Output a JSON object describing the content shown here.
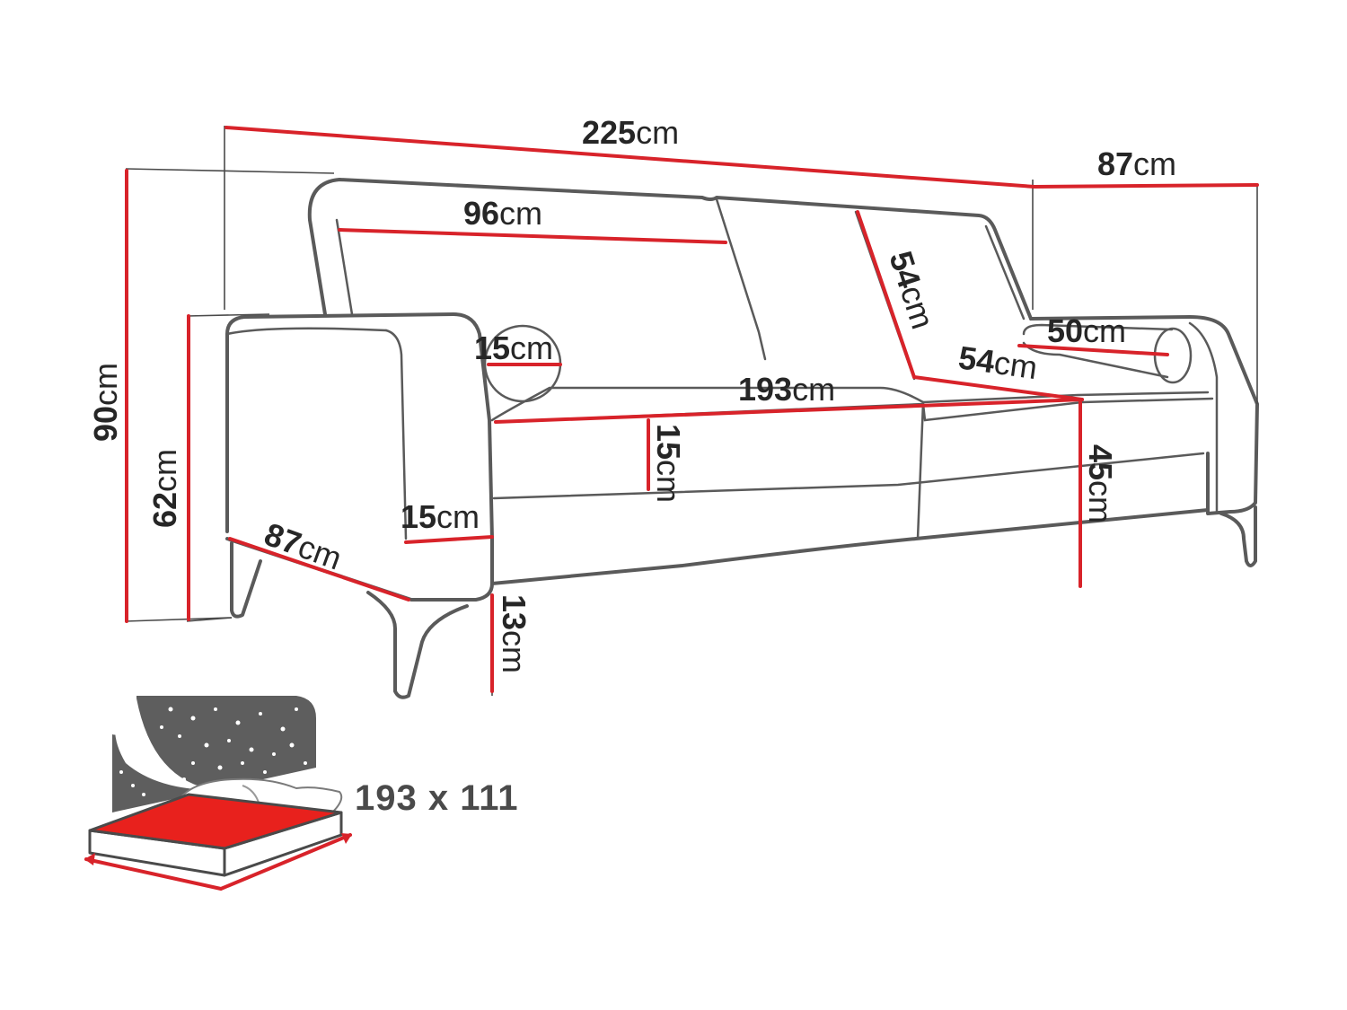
{
  "dimensions": {
    "total_width": {
      "value": "225",
      "unit": "cm"
    },
    "total_depth": {
      "value": "87",
      "unit": "cm"
    },
    "total_height": {
      "value": "90",
      "unit": "cm"
    },
    "armrest_height": {
      "value": "62",
      "unit": "cm"
    },
    "backrest_width": {
      "value": "96",
      "unit": "cm"
    },
    "backrest_height": {
      "value": "54",
      "unit": "cm"
    },
    "cushion_roll_diameter": {
      "value": "15",
      "unit": "cm"
    },
    "seat_width": {
      "value": "193",
      "unit": "cm"
    },
    "seat_depth": {
      "value": "54",
      "unit": "cm"
    },
    "cushion_roll_length": {
      "value": "50",
      "unit": "cm"
    },
    "seat_cushion_thickness": {
      "value": "15",
      "unit": "cm"
    },
    "seat_height": {
      "value": "45",
      "unit": "cm"
    },
    "armrest_width": {
      "value": "15",
      "unit": "cm"
    },
    "side_depth": {
      "value": "87",
      "unit": "cm"
    },
    "leg_height": {
      "value": "13",
      "unit": "cm"
    }
  },
  "sleeping_area": {
    "label": "193 x 111"
  },
  "colors": {
    "dimension_line": "#d8232a",
    "outline": "#5a5a5a",
    "text": "#262626",
    "bed_dark": "#5e5e5e",
    "mattress": "#e8211d"
  }
}
